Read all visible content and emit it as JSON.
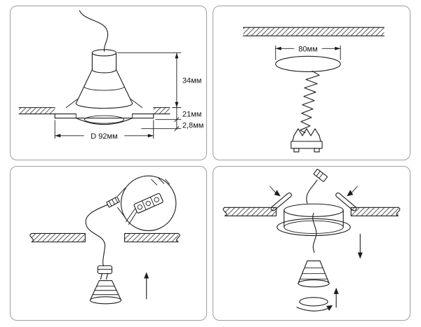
{
  "colors": {
    "line": "#1c1c1c",
    "panel_border": "#9e9e9e",
    "background": "#ffffff"
  },
  "labels": {
    "height_above_ceiling": "34мм",
    "recess_depth": "21мм",
    "flange_thickness": "2,8мм",
    "flange_diameter": "D 92мм",
    "cutout_diameter": "80мм"
  }
}
